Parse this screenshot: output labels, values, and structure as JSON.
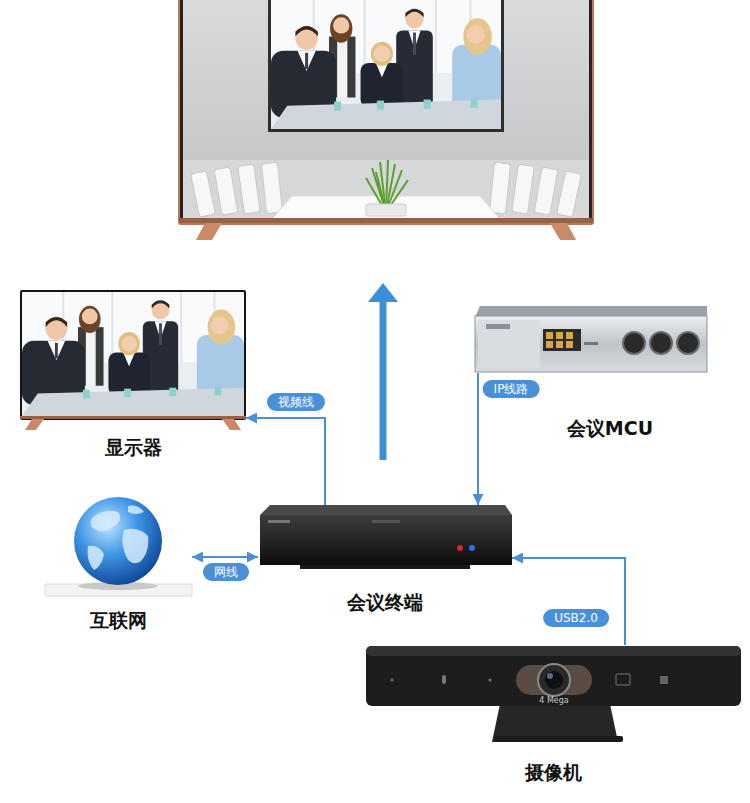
{
  "diagram": {
    "nodes": [
      {
        "text": [
          "显示器"
        ]
      },
      {
        "text": [
          "会议MCU"
        ]
      },
      {
        "text": [
          "互联网"
        ]
      },
      {
        "text": [
          "会议终端"
        ]
      },
      {
        "text": [
          "摄像机"
        ]
      }
    ],
    "edges": [
      {
        "from": 3,
        "to": 0,
        "label": "视频线",
        "arrow": "to"
      },
      {
        "from": 1,
        "to": 3,
        "label": "IP线路",
        "arrow": "to"
      },
      {
        "from": 2,
        "to": 3,
        "label": "网线",
        "arrow": "both"
      },
      {
        "from": 4,
        "to": 3,
        "label": "USB2.0",
        "arrow": "to"
      }
    ],
    "labels": [
      "4 Mega"
    ]
  }
}
